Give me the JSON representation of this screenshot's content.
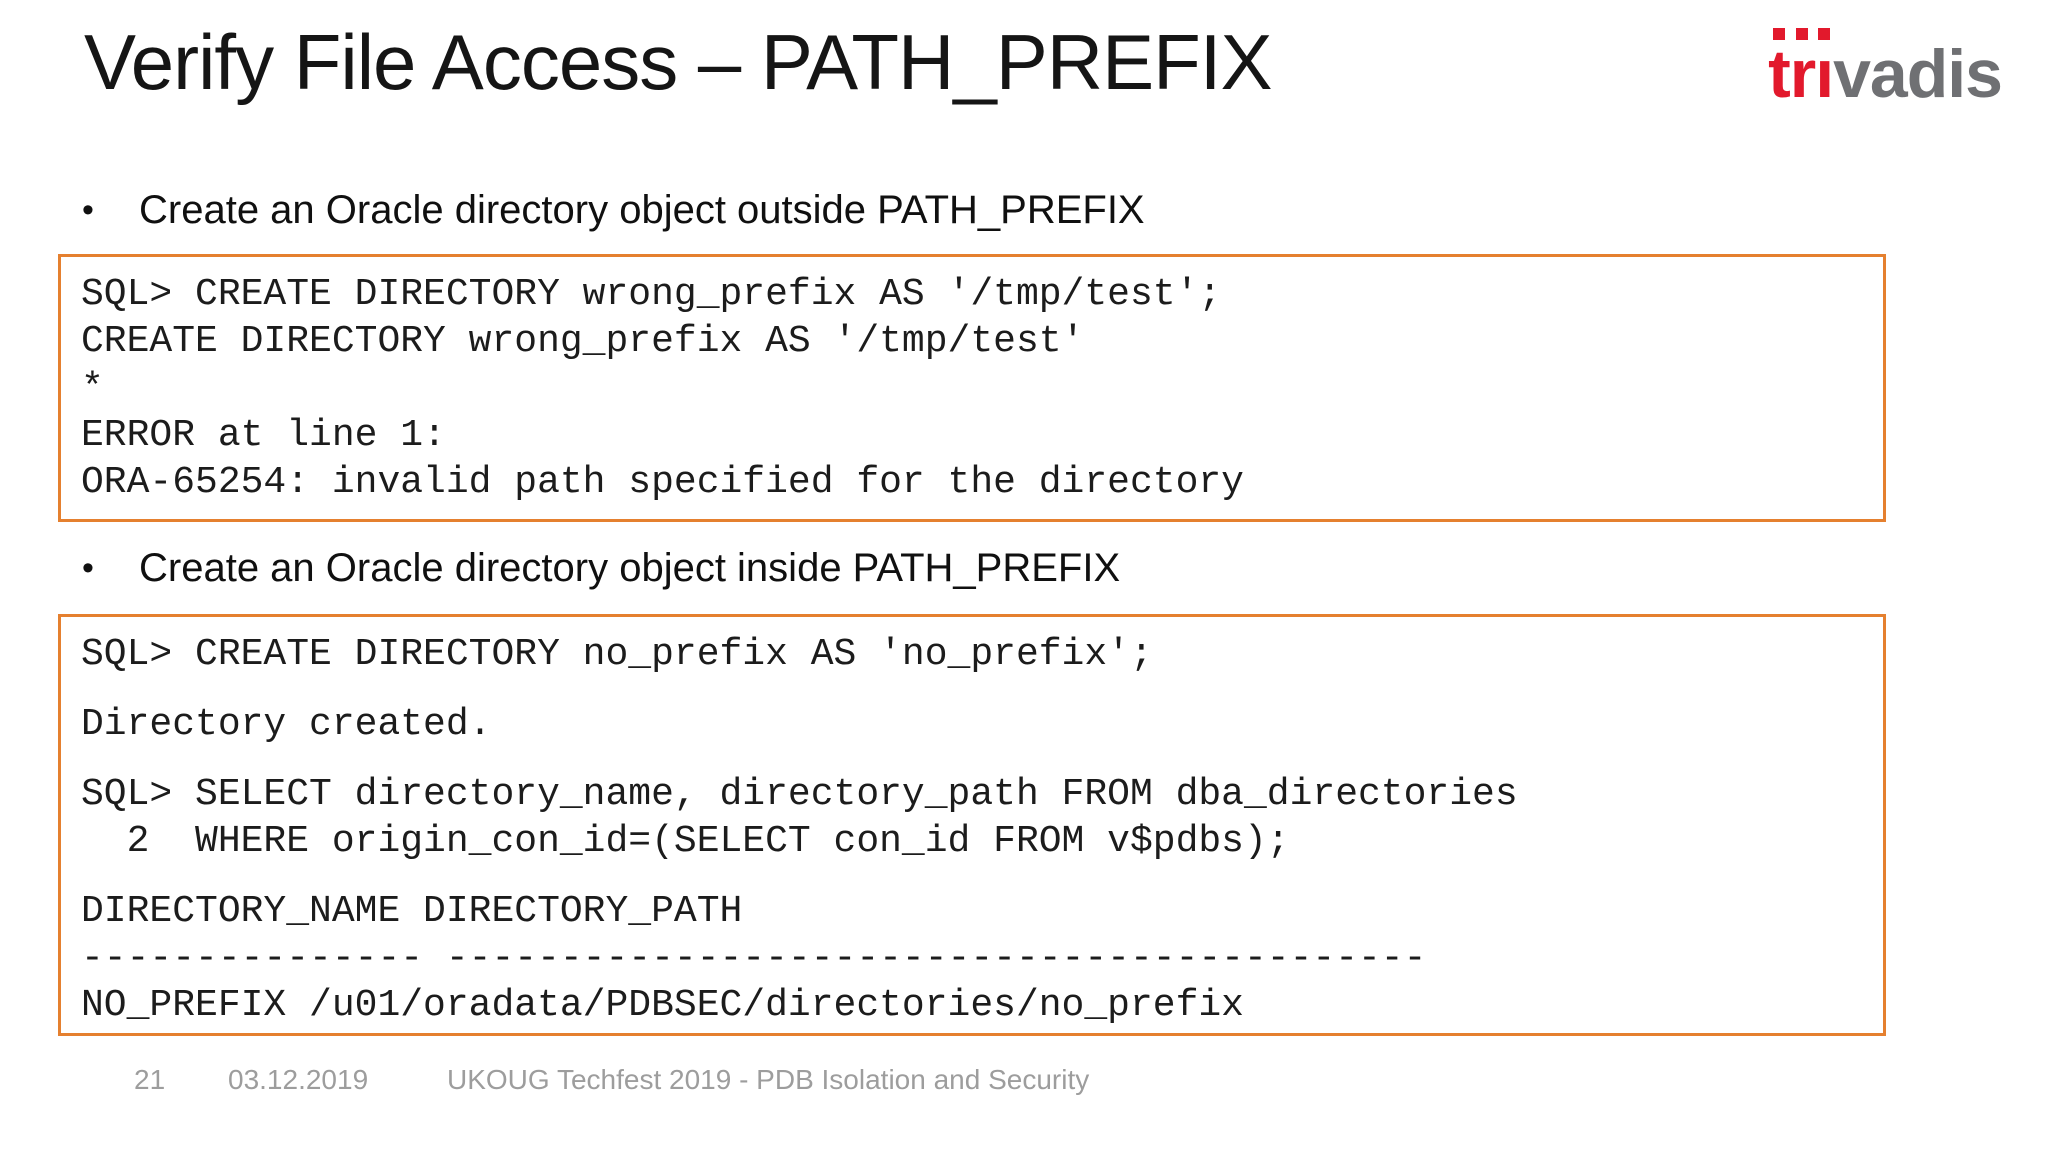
{
  "slide": {
    "title": "Verify File Access – PATH_PREFIX",
    "logo": {
      "red_part_letters": [
        "t",
        "r",
        "i"
      ],
      "gray_part": "vadis",
      "red_color": "#e2192c",
      "gray_color": "#6f7073"
    },
    "bullets": [
      "Create an Oracle directory object outside PATH_PREFIX",
      "Create an Oracle directory object inside PATH_PREFIX"
    ],
    "code_blocks": [
      {
        "border_color": "#e5802f",
        "lines": [
          "SQL> CREATE DIRECTORY wrong_prefix AS '/tmp/test';",
          "CREATE DIRECTORY wrong_prefix AS '/tmp/test'",
          "*",
          "ERROR at line 1:",
          "ORA-65254: invalid path specified for the directory"
        ]
      },
      {
        "border_color": "#e5802f",
        "lines": [
          "SQL> CREATE DIRECTORY no_prefix AS 'no_prefix';",
          "",
          "Directory created.",
          "",
          "SQL> SELECT directory_name, directory_path FROM dba_directories",
          "  2  WHERE origin_con_id=(SELECT con_id FROM v$pdbs);",
          "",
          "DIRECTORY_NAME DIRECTORY_PATH",
          "--------------- -------------------------------------------",
          "NO_PREFIX /u01/oradata/PDBSEC/directories/no_prefix"
        ]
      }
    ],
    "footer": {
      "page_number": "21",
      "date": "03.12.2019",
      "event": "UKOUG Techfest 2019 - PDB Isolation and Security"
    }
  }
}
